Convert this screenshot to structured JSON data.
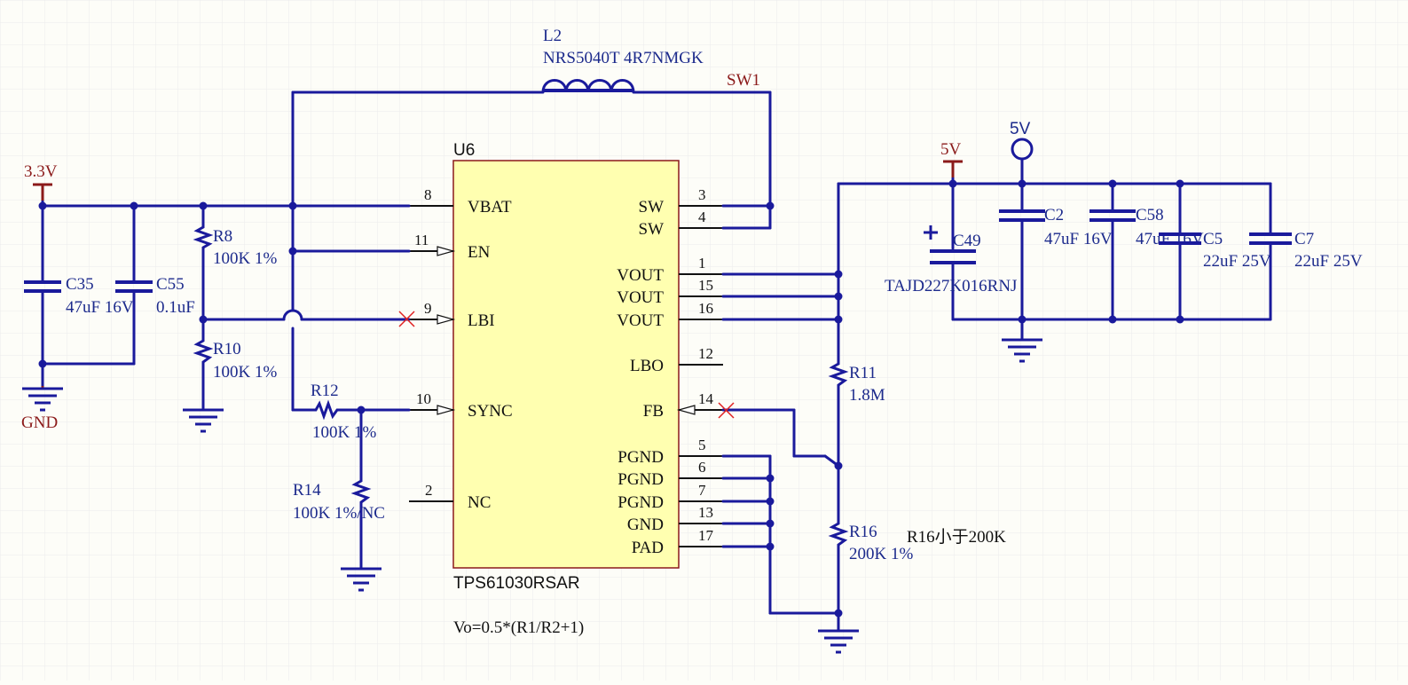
{
  "labels": {
    "l2_ref": "L2",
    "l2_val": "NRS5040T 4R7NMGK",
    "net_sw1": "SW1",
    "u6_ref": "U6",
    "u6_part": "TPS61030RSAR",
    "pwr_3v3": "3.3V",
    "gnd_label": "GND",
    "pwr_5v_a": "5V",
    "pwr_5v_b": "5V",
    "formula": "Vo=0.5*(R1/R2+1)",
    "r16_note": "R16小于200K"
  },
  "components": {
    "r8": {
      "ref": "R8",
      "val": "100K 1%"
    },
    "r10": {
      "ref": "R10",
      "val": "100K 1%"
    },
    "r12": {
      "ref": "R12",
      "val": "100K 1%"
    },
    "r14": {
      "ref": "R14",
      "val": "100K 1%/NC"
    },
    "r11": {
      "ref": "R11",
      "val": "1.8M"
    },
    "r16": {
      "ref": "R16",
      "val": "200K 1%"
    },
    "c35": {
      "ref": "C35",
      "val": "47uF 16V"
    },
    "c55": {
      "ref": "C55",
      "val": "0.1uF"
    },
    "c49": {
      "ref": "C49",
      "val": "TAJD227K016RNJ"
    },
    "c2": {
      "ref": "C2",
      "val": "47uF 16V"
    },
    "c58": {
      "ref": "C58",
      "val": "47uF 16V"
    },
    "c5": {
      "ref": "C5",
      "val": "22uF 25V"
    },
    "c7": {
      "ref": "C7",
      "val": "22uF 25V"
    }
  },
  "u6_pins_left": [
    {
      "name": "VBAT",
      "num": "8"
    },
    {
      "name": "EN",
      "num": "11"
    },
    {
      "name": "LBI",
      "num": "9"
    },
    {
      "name": "SYNC",
      "num": "10"
    },
    {
      "name": "NC",
      "num": "2"
    }
  ],
  "u6_pins_right": [
    {
      "name": "SW",
      "num": "3"
    },
    {
      "name": "SW",
      "num": "4"
    },
    {
      "name": "VOUT",
      "num": "1"
    },
    {
      "name": "VOUT",
      "num": "15"
    },
    {
      "name": "VOUT",
      "num": "16"
    },
    {
      "name": "LBO",
      "num": "12"
    },
    {
      "name": "FB",
      "num": "14"
    },
    {
      "name": "PGND",
      "num": "5"
    },
    {
      "name": "PGND",
      "num": "6"
    },
    {
      "name": "PGND",
      "num": "7"
    },
    {
      "name": "GND",
      "num": "13"
    },
    {
      "name": "PAD",
      "num": "17"
    }
  ],
  "colors": {
    "wire": "#1a1a9c",
    "ic_fill": "#ffffb0",
    "ic_border": "#8b1a1a",
    "power_port": "#8b1a1a",
    "no_connect": "#e02020",
    "grid": "#ececec"
  }
}
